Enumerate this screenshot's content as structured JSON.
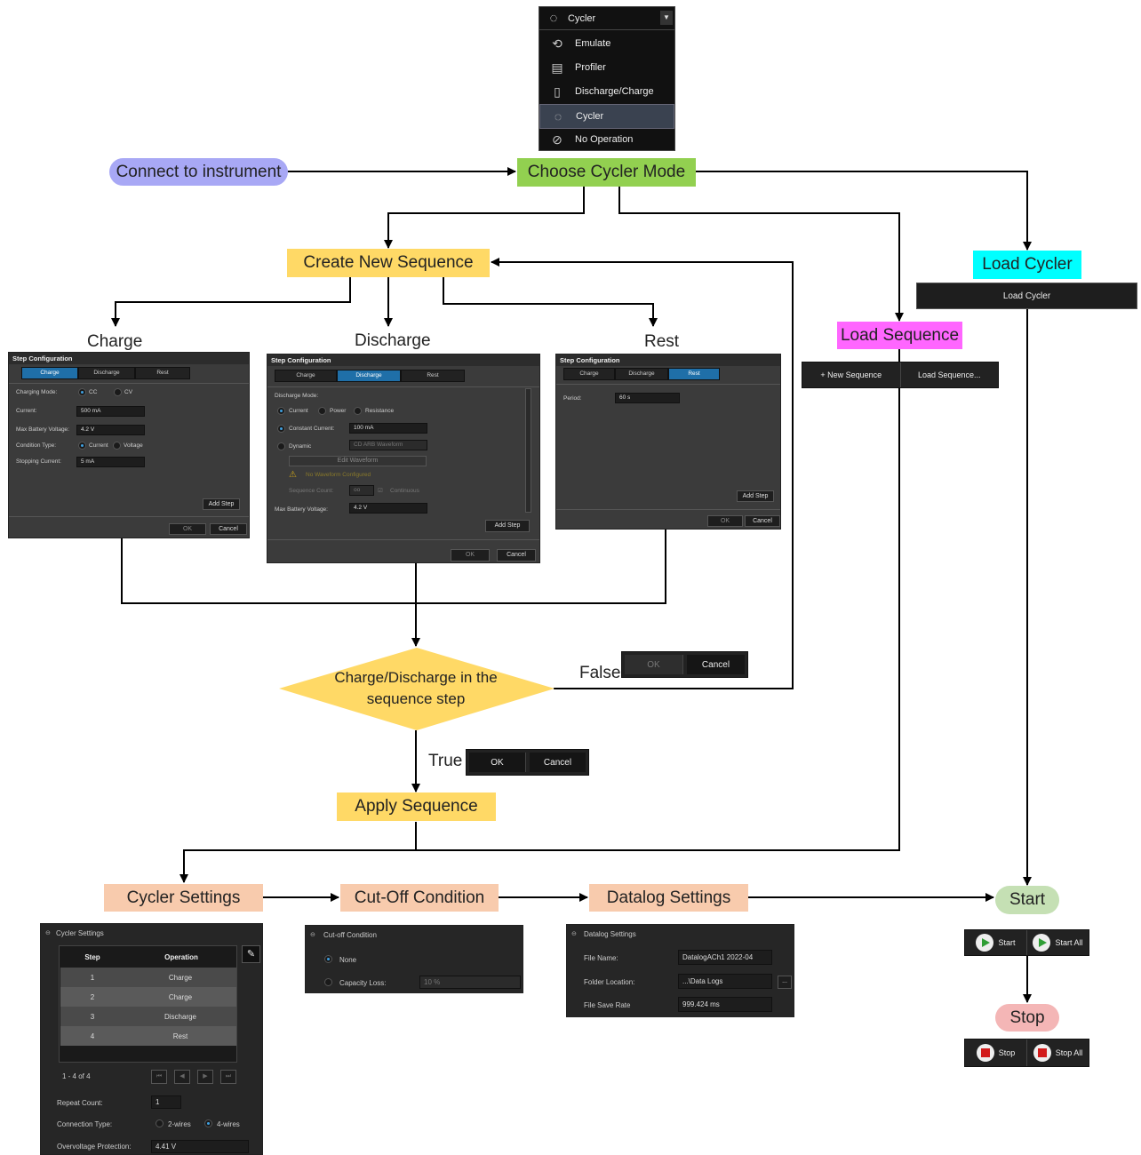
{
  "nodes": {
    "connect": "Connect to instrument",
    "choose_mode": "Choose Cycler Mode",
    "create_sequence": "Create New Sequence",
    "load_cycler": "Load Cycler",
    "load_sequence": "Load Sequence",
    "decision": "Charge/Discharge in the sequence step",
    "apply_sequence": "Apply Sequence",
    "cycler_settings": "Cycler Settings",
    "cutoff_condition": "Cut-Off Condition",
    "datalog_settings": "Datalog Settings",
    "start": "Start",
    "stop": "Stop"
  },
  "labels": {
    "charge": "Charge",
    "discharge": "Discharge",
    "rest": "Rest",
    "false": "False",
    "true": "True"
  },
  "mode_dropdown": {
    "selected": "Cycler",
    "items": [
      {
        "label": "Emulate",
        "icon": "emulate-icon"
      },
      {
        "label": "Profiler",
        "icon": "profiler-icon"
      },
      {
        "label": "Discharge/Charge",
        "icon": "battery-icon"
      },
      {
        "label": "Cycler",
        "icon": "cycler-icon"
      },
      {
        "label": "No Operation",
        "icon": "no-operation-icon"
      }
    ]
  },
  "load_cycler_button": "Load Cycler",
  "sequence_toolbar": {
    "new": "+ New Sequence",
    "load": "Load Sequence..."
  },
  "step_config": {
    "title": "Step Configuration",
    "tabs": [
      "Charge",
      "Discharge",
      "Rest"
    ],
    "ok": "OK",
    "cancel": "Cancel",
    "add_step": "Add Step",
    "charge": {
      "charging_mode_label": "Charging Mode:",
      "mode_options": [
        "CC",
        "CV"
      ],
      "current_label": "Current:",
      "current_value": "500 mA",
      "max_voltage_label": "Max Battery Voltage:",
      "max_voltage_value": "4.2 V",
      "condition_type_label": "Condition Type:",
      "condition_options": [
        "Current",
        "Voltage"
      ],
      "stopping_current_label": "Stopping Current:",
      "stopping_current_value": "5 mA"
    },
    "discharge": {
      "mode_label": "Discharge Mode:",
      "mode_options": [
        "Current",
        "Power",
        "Resistance"
      ],
      "constant_current_label": "Constant Current:",
      "constant_current_value": "100 mA",
      "dynamic_label": "Dynamic",
      "waveform_value": "CD ARB Waveform",
      "edit_waveform": "Edit Waveform",
      "warning": "No Waveform Configured",
      "sequence_count_label": "Sequence Count:",
      "sequence_count_value": "oo",
      "continuous_label": "Continuous",
      "max_voltage_label": "Max Battery Voltage:",
      "max_voltage_value": "4.2 V"
    },
    "rest": {
      "period_label": "Period:",
      "period_value": "60 s"
    }
  },
  "dialog_buttons": {
    "ok": "OK",
    "cancel": "Cancel"
  },
  "cycler_settings_panel": {
    "title": "Cycler Settings",
    "headers": [
      "Step",
      "Operation"
    ],
    "rows": [
      {
        "step": "1",
        "operation": "Charge"
      },
      {
        "step": "2",
        "operation": "Charge"
      },
      {
        "step": "3",
        "operation": "Discharge"
      },
      {
        "step": "4",
        "operation": "Rest"
      }
    ],
    "pager": "1 - 4 of 4",
    "repeat_count_label": "Repeat Count:",
    "repeat_count_value": "1",
    "connection_type_label": "Connection Type:",
    "connection_options": [
      "2-wires",
      "4-wires"
    ],
    "ovp_label": "Overvoltage Protection:",
    "ovp_value": "4.41 V"
  },
  "cutoff_panel": {
    "title": "Cut-off Condition",
    "none_label": "None",
    "capacity_label": "Capacity Loss:",
    "capacity_value": "10 %"
  },
  "datalog_panel": {
    "title": "Datalog Settings",
    "file_name_label": "File Name:",
    "file_name_value": "DatalogACh1 2022-04",
    "folder_label": "Folder Location:",
    "folder_value": "...\\Data Logs",
    "browse": "...",
    "rate_label": "File Save Rate",
    "rate_value": "999.424 ms"
  },
  "start_toolbar": {
    "start": "Start",
    "start_all": "Start All"
  },
  "stop_toolbar": {
    "stop": "Stop",
    "stop_all": "Stop All"
  },
  "colors": {
    "connect": "#a8a8f5",
    "choose_mode": "#92d050",
    "create_sequence": "#ffd966",
    "load_cycler": "#00ffff",
    "load_sequence": "#ff66ff",
    "decision": "#ffd966",
    "apply_sequence": "#ffd966",
    "settings": "#f8cbad",
    "start": "#c5e0b4",
    "stop": "#f4b6b6"
  }
}
